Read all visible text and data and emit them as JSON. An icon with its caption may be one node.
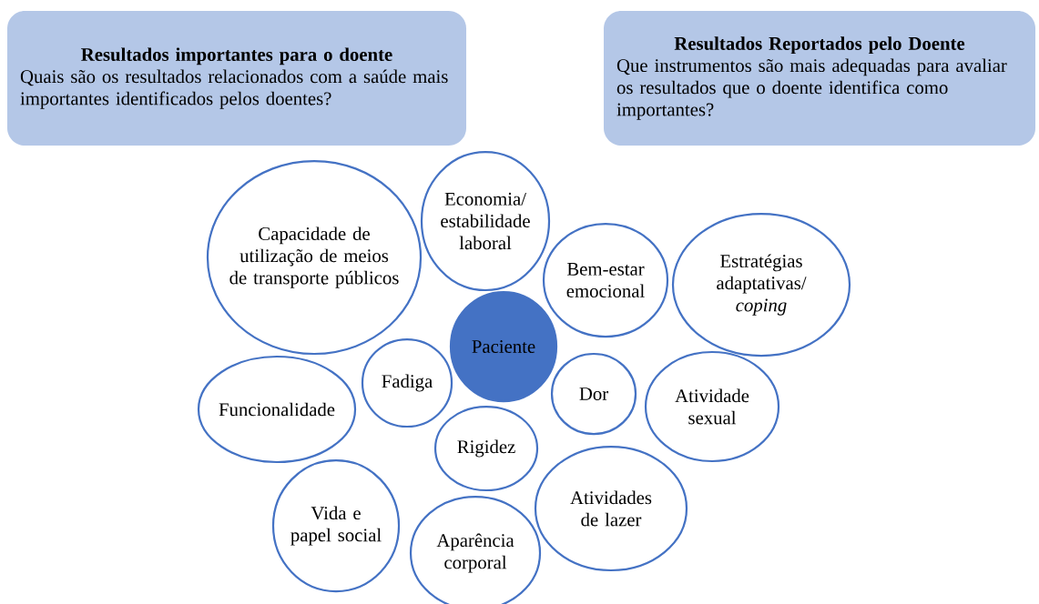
{
  "diagram": {
    "nodes": [
      {
        "text": [
          "Resultados importantes para o doente",
          "Quais são os resultados relacionados com a saúde mais importantes identificados pelos doentes?"
        ]
      },
      {
        "text": [
          "Resultados Reportados pelo Doente",
          "Que instrumentos são mais adequadas para avaliar os resultados que o doente identifica como importantes?"
        ]
      },
      {
        "text": [
          "Capacidade de utilização de meios de transporte públicos"
        ]
      },
      {
        "text": [
          "Economia/ estabilidade laboral"
        ]
      },
      {
        "text": [
          "Bem-estar emocional"
        ]
      },
      {
        "text": [
          "Estratégias adaptativas/ *coping*"
        ]
      },
      {
        "text": [
          "Paciente"
        ]
      },
      {
        "text": [
          "Fadiga"
        ]
      },
      {
        "text": [
          "Funcionalidade"
        ]
      },
      {
        "text": [
          "Dor"
        ]
      },
      {
        "text": [
          "Atividade sexual"
        ]
      },
      {
        "text": [
          "Rigidez"
        ]
      },
      {
        "text": [
          "Atividades de lazer"
        ]
      },
      {
        "text": [
          "Vida e papel social"
        ]
      },
      {
        "text": [
          "Aparência corporal"
        ]
      }
    ]
  }
}
